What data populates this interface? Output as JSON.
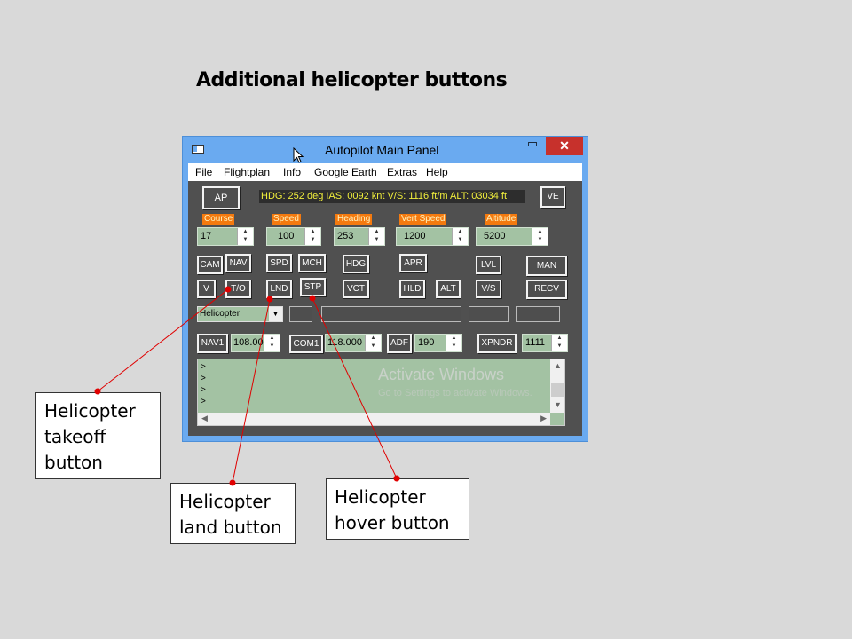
{
  "slide": {
    "title": "Additional helicopter buttons"
  },
  "window": {
    "title": "Autopilot Main Panel",
    "controls": {
      "minimize": "–",
      "maximize": "▭",
      "close": "✕"
    }
  },
  "menu": [
    "File",
    "Flightplan",
    "Info",
    "Google Earth",
    "Extras",
    "Help"
  ],
  "status_display": "HDG: 252 deg IAS: 0092 knt V/S: 1116 ft/m ALT: 03034 ft",
  "buttons": {
    "ap": "AP",
    "ve": "VE",
    "cam": "CAM",
    "nav": "NAV",
    "spd": "SPD",
    "mch": "MCH",
    "hdg": "HDG",
    "apr": "APR",
    "lvl": "LVL",
    "man": "MAN",
    "v": "V",
    "to": "T/O",
    "lnd": "LND",
    "stp": "STP",
    "vct": "VCT",
    "hld": "HLD",
    "alt": "ALT",
    "vs": "V/S",
    "recv": "RECV",
    "nav1": "NAV1",
    "com1": "COM1",
    "adf": "ADF",
    "xpndr": "XPNDR"
  },
  "labels": {
    "course": "Course",
    "speed": "Speed",
    "heading": "Heading",
    "vert_speed": "Vert Speed",
    "altitude": "Altitude"
  },
  "fields": {
    "course": "17",
    "speed": "100",
    "heading": "253",
    "vert_speed": "1200",
    "altitude": "5200",
    "nav1": "108.00",
    "com1": "118.000",
    "adf": "190",
    "xpndr": "1111"
  },
  "aircraft_type": "Helicopter",
  "console": {
    "lines": [
      ">",
      ">",
      ">",
      ">"
    ]
  },
  "watermark": {
    "title": "Activate Windows",
    "subtitle": "Go to Settings to activate Windows."
  },
  "callouts": {
    "takeoff": "Helicopter takeoff button",
    "land": "Helicopter land button",
    "hover": "Helicopter hover button"
  },
  "colors": {
    "label_bg": "#f47a0f",
    "lcd_text": "#f1ef3c",
    "field_bg": "#a3c2a3",
    "annotation": "#e00000",
    "close_btn": "#c7312c"
  }
}
